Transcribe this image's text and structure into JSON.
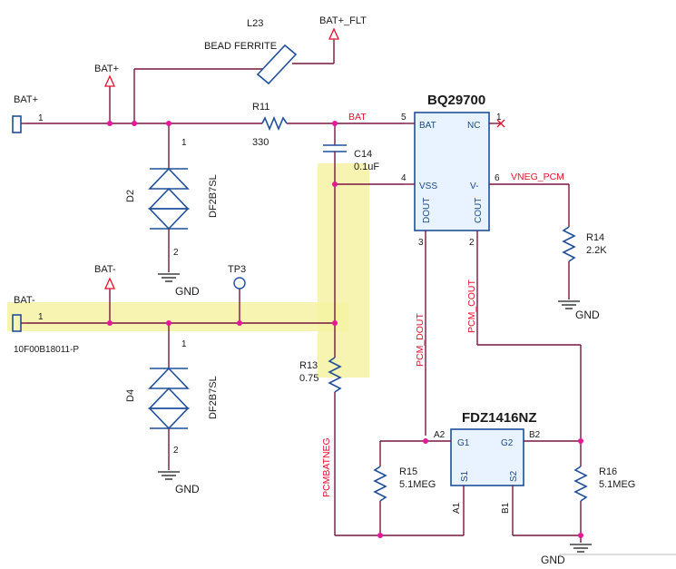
{
  "highlights": {
    "color": "#f4f2a2"
  },
  "colors": {
    "wire": "#7a1540",
    "component": "#1f4f9a",
    "net_label": "#e8112d",
    "junction": "#e6189a"
  },
  "power_ports": {
    "bat_plus": "BAT+",
    "bat_minus": "BAT-",
    "bat_plus_flt": "BAT+_FLT"
  },
  "connector": {
    "pos_label": "BAT+",
    "neg_label": "BAT-",
    "pos_pin": "1",
    "neg_pin": "1",
    "part": "10F00B18011-P"
  },
  "ferrite": {
    "ref": "L23",
    "value": "BEAD FERRITE"
  },
  "r11": {
    "ref": "R11",
    "value": "330"
  },
  "c14": {
    "ref": "C14",
    "value": "0.1uF"
  },
  "d2": {
    "ref": "D2",
    "part": "DF2B7SL",
    "pin1": "1",
    "pin2": "2"
  },
  "d4": {
    "ref": "D4",
    "part": "DF2B7SL",
    "pin1": "1",
    "pin2": "2"
  },
  "tp3": {
    "ref": "TP3"
  },
  "r13": {
    "ref": "R13",
    "value": "0.75"
  },
  "bq": {
    "part": "BQ29700",
    "pins": {
      "bat": "BAT",
      "nc": "NC",
      "vss": "VSS",
      "vminus": "V-",
      "dout": "DOUT",
      "cout": "COUT"
    },
    "pin_numbers": {
      "bat": "5",
      "nc": "1",
      "vss": "4",
      "vminus": "6",
      "dout": "3",
      "cout": "2"
    }
  },
  "r14": {
    "ref": "R14",
    "value": "2.2K"
  },
  "fdz": {
    "part": "FDZ1416NZ",
    "pins": {
      "g1": "G1",
      "g2": "G2",
      "s1": "S1",
      "s2": "S2"
    },
    "pin_numbers": {
      "a2": "A2",
      "b2": "B2",
      "a1": "A1",
      "b1": "B1"
    }
  },
  "r15": {
    "ref": "R15",
    "value": "5.1MEG"
  },
  "r16": {
    "ref": "R16",
    "value": "5.1MEG"
  },
  "nets": {
    "bat": "BAT",
    "vneg_pcm": "VNEG_PCM",
    "pcm_dout": "PCM_DOUT",
    "pcm_cout": "PCM_COUT",
    "pcmbatneg": "PCMBATNEG"
  },
  "ground": {
    "label": "GND"
  }
}
